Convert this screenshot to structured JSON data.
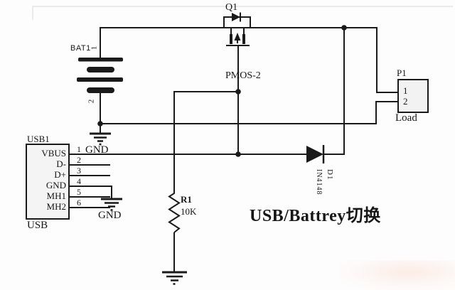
{
  "title": "USB/Battrey切换",
  "colors": {
    "line": "#1a1a1a",
    "connector_fill": "#f2f2f2",
    "background": "#fdfdfd"
  },
  "components": {
    "transistor": {
      "ref": "Q1",
      "type_label": "PMOS-2"
    },
    "battery": {
      "ref": "BAT1",
      "pin_top": "1",
      "pin_bottom": "2",
      "gnd_label": "GND"
    },
    "usb": {
      "ref": "USB1",
      "footer": "USB",
      "gnd_label": "GND",
      "pins": [
        {
          "num": "1",
          "label": "VBUS"
        },
        {
          "num": "2",
          "label": "D-"
        },
        {
          "num": "3",
          "label": "D+"
        },
        {
          "num": "4",
          "label": "GND"
        },
        {
          "num": "5",
          "label": "MH1"
        },
        {
          "num": "6",
          "label": "MH2"
        }
      ]
    },
    "resistor": {
      "ref": "R1",
      "value": "10K"
    },
    "diode": {
      "ref": "D1",
      "value": "IN4148"
    },
    "load_connector": {
      "ref": "P1",
      "pin1": "1",
      "pin2": "2",
      "label": "Load"
    }
  }
}
